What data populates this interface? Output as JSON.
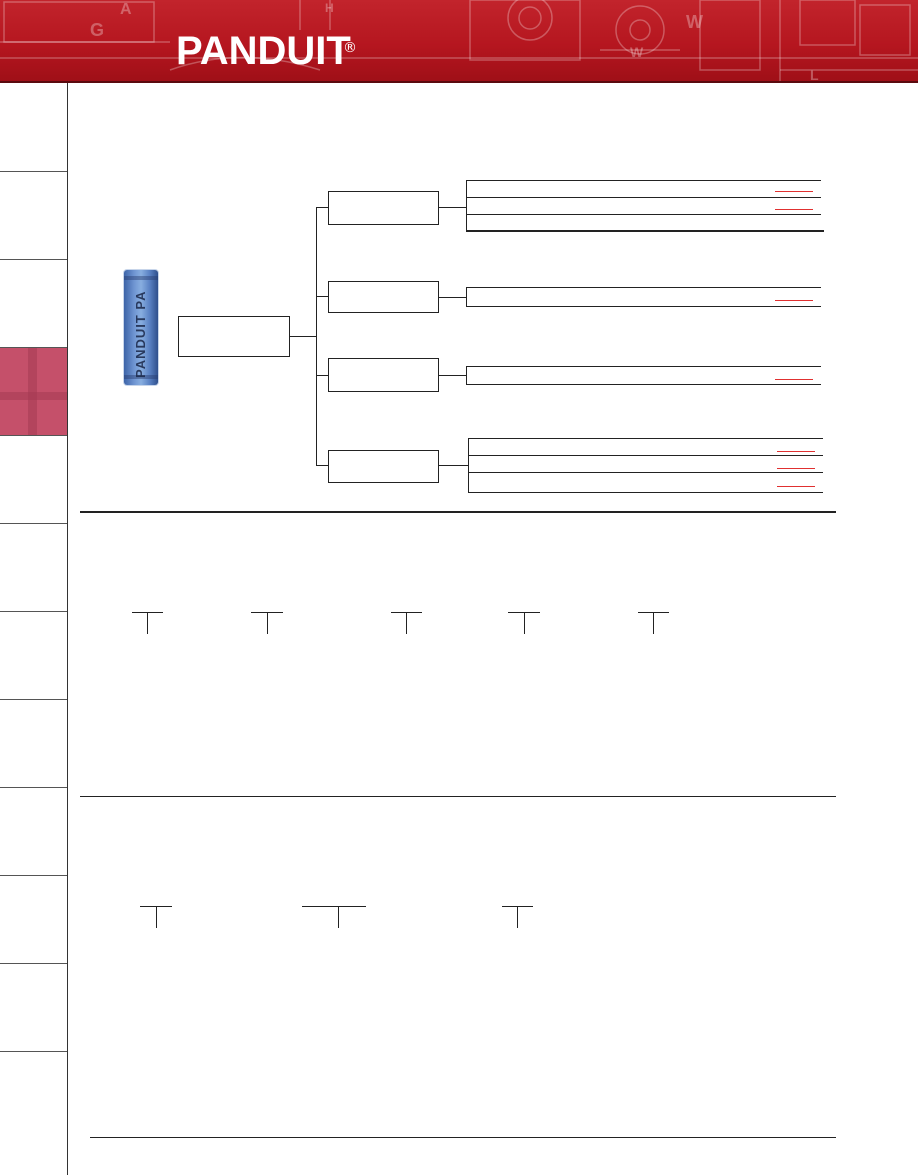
{
  "header": {
    "brand": "PANDUIT",
    "registered_mark": "®",
    "accent_color": "#c2242c"
  },
  "sidebar": {
    "tab_count": 12,
    "active_tab_index": 3,
    "active_color": "#c5506a"
  },
  "product_image": {
    "imprint": "PANDUIT PA",
    "color": "#6f95d2"
  }
}
